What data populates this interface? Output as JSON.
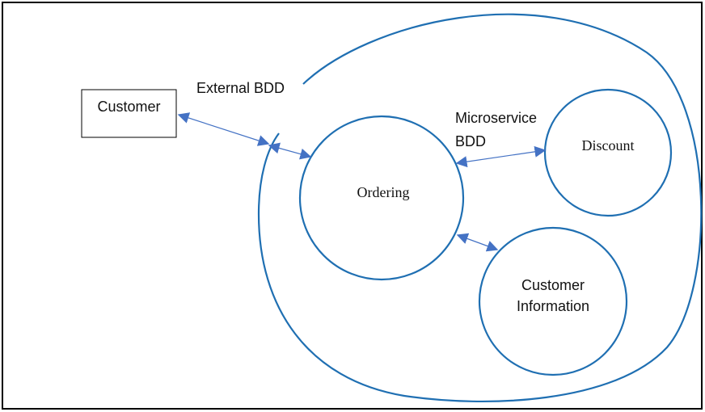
{
  "colors": {
    "stroke": "#1f6fb2",
    "arrow": "#4472c4",
    "frame": "#000000",
    "text": "#111111"
  },
  "nodes": {
    "customer": "Customer",
    "ordering": "Ordering",
    "discount": "Discount",
    "customer_information_line1": "Customer",
    "customer_information_line2": "Information"
  },
  "labels": {
    "external_bdd": "External BDD",
    "microservice_line1": "Microservice",
    "microservice_line2": "BDD"
  }
}
